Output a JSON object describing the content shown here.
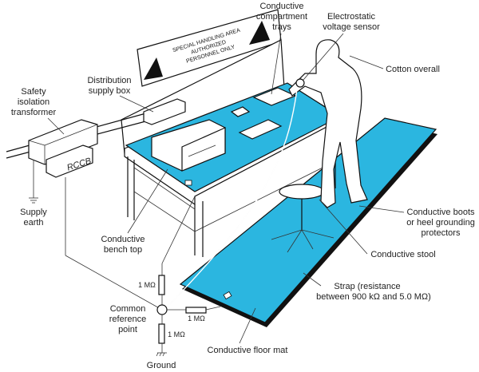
{
  "colors": {
    "conductive_surface": "#2bb6e0",
    "outline": "#111111"
  },
  "sign": {
    "lines": [
      "SPECIAL HANDLING AREA",
      "AUTHORIZED",
      "PERSONNEL ONLY"
    ]
  },
  "rccb_label": "RCCB",
  "labels": {
    "trays": [
      "Conductive",
      "compartment",
      "trays"
    ],
    "sensor": [
      "Electrostatic",
      "voltage sensor"
    ],
    "overall": [
      "Cotton overall"
    ],
    "transformer": [
      "Safety",
      "isolation",
      "transformer"
    ],
    "supply_box": [
      "Distribution",
      "supply box"
    ],
    "supply_earth": [
      "Supply",
      "earth"
    ],
    "bench_top": [
      "Conductive",
      "bench top"
    ],
    "boots": [
      "Conductive boots",
      "or heel grounding",
      "protectors"
    ],
    "stool": [
      "Conductive stool"
    ],
    "strap": [
      "Strap (resistance",
      "between 900 kΩ and 5.0 MΩ)"
    ],
    "reference_point": [
      "Common",
      "reference",
      "point"
    ],
    "floor_mat": [
      "Conductive floor mat"
    ],
    "ground": [
      "Ground"
    ]
  },
  "resistors": {
    "upper": "1 MΩ",
    "right": "1 MΩ",
    "lower": "1 MΩ"
  }
}
